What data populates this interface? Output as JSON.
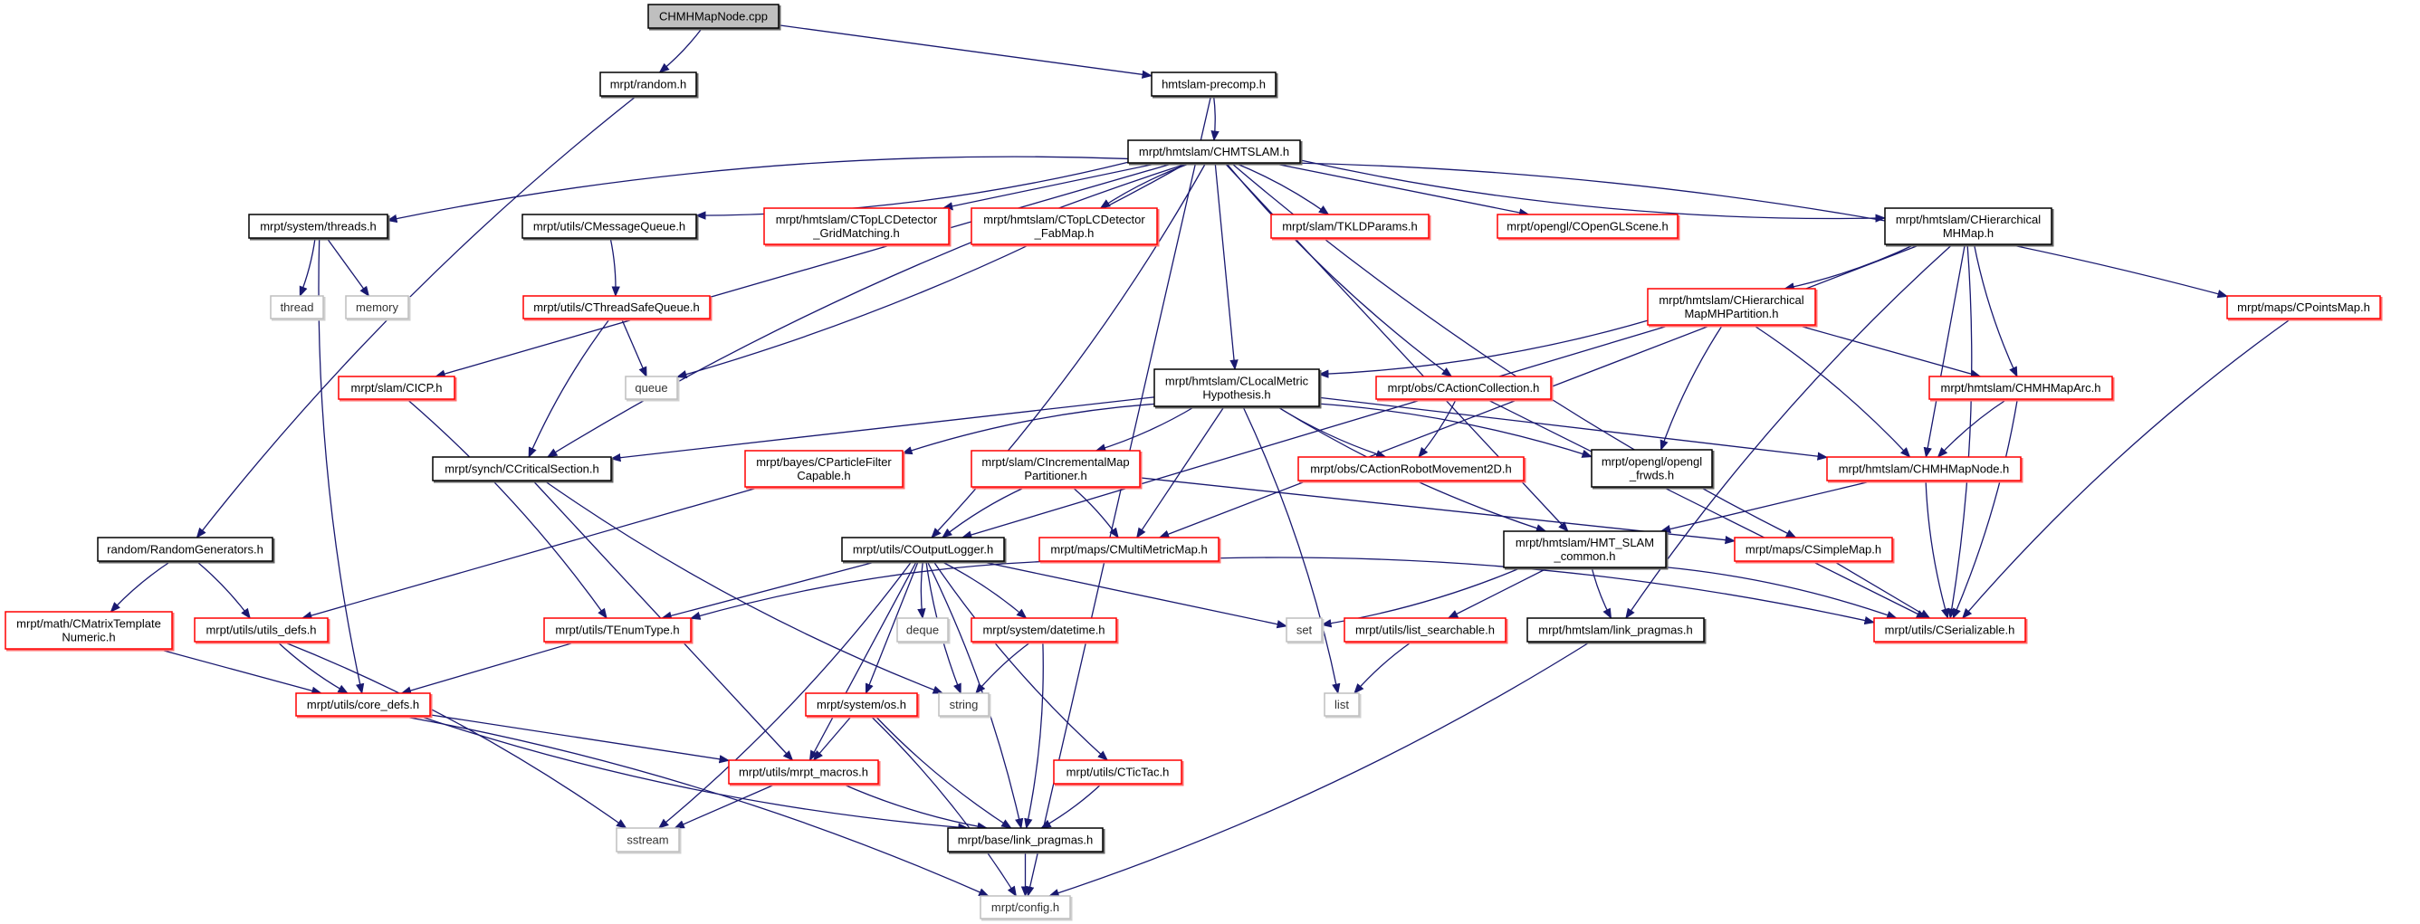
{
  "edge_color": "#191970",
  "nodes": [
    {
      "id": "root",
      "lines": [
        "CHMHMapNode.cpp"
      ],
      "kind": "root"
    },
    {
      "id": "random",
      "lines": [
        "mrpt/random.h"
      ],
      "kind": "black"
    },
    {
      "id": "precomp",
      "lines": [
        "hmtslam-precomp.h"
      ],
      "kind": "black"
    },
    {
      "id": "chmtslam",
      "lines": [
        "mrpt/hmtslam/CHMTSLAM.h"
      ],
      "kind": "black"
    },
    {
      "id": "threads",
      "lines": [
        "mrpt/system/threads.h"
      ],
      "kind": "black"
    },
    {
      "id": "msgqueue",
      "lines": [
        "mrpt/utils/CMessageQueue.h"
      ],
      "kind": "black"
    },
    {
      "id": "gridmatch",
      "lines": [
        "mrpt/hmtslam/CTopLCDetector",
        "_GridMatching.h"
      ],
      "kind": "red"
    },
    {
      "id": "fabmap",
      "lines": [
        "mrpt/hmtslam/CTopLCDetector",
        "_FabMap.h"
      ],
      "kind": "red"
    },
    {
      "id": "tkld",
      "lines": [
        "mrpt/slam/TKLDParams.h"
      ],
      "kind": "red"
    },
    {
      "id": "openglscene",
      "lines": [
        "mrpt/opengl/COpenGLScene.h"
      ],
      "kind": "red"
    },
    {
      "id": "hmhmap",
      "lines": [
        "mrpt/hmtslam/CHierarchical",
        "MHMap.h"
      ],
      "kind": "black"
    },
    {
      "id": "pointsmap",
      "lines": [
        "mrpt/maps/CPointsMap.h"
      ],
      "kind": "red"
    },
    {
      "id": "thread",
      "lines": [
        "thread"
      ],
      "kind": "gray"
    },
    {
      "id": "memory",
      "lines": [
        "memory"
      ],
      "kind": "gray"
    },
    {
      "id": "tsqueue",
      "lines": [
        "mrpt/utils/CThreadSafeQueue.h"
      ],
      "kind": "red"
    },
    {
      "id": "partition",
      "lines": [
        "mrpt/hmtslam/CHierarchical",
        "MapMHPartition.h"
      ],
      "kind": "red"
    },
    {
      "id": "icp",
      "lines": [
        "mrpt/slam/CICP.h"
      ],
      "kind": "red"
    },
    {
      "id": "queue",
      "lines": [
        "queue"
      ],
      "kind": "gray"
    },
    {
      "id": "lmh",
      "lines": [
        "mrpt/hmtslam/CLocalMetric",
        "Hypothesis.h"
      ],
      "kind": "black"
    },
    {
      "id": "actioncoll",
      "lines": [
        "mrpt/obs/CActionCollection.h"
      ],
      "kind": "red"
    },
    {
      "id": "maparc",
      "lines": [
        "mrpt/hmtslam/CHMHMapArc.h"
      ],
      "kind": "red"
    },
    {
      "id": "critsec",
      "lines": [
        "mrpt/synch/CCriticalSection.h"
      ],
      "kind": "black"
    },
    {
      "id": "pfcapable",
      "lines": [
        "mrpt/bayes/CParticleFilter",
        "Capable.h"
      ],
      "kind": "red"
    },
    {
      "id": "incmap",
      "lines": [
        "mrpt/slam/CIncrementalMap",
        "Partitioner.h"
      ],
      "kind": "red"
    },
    {
      "id": "robotmov",
      "lines": [
        "mrpt/obs/CActionRobotMovement2D.h"
      ],
      "kind": "red"
    },
    {
      "id": "frwds",
      "lines": [
        "mrpt/opengl/opengl",
        "_frwds.h"
      ],
      "kind": "black"
    },
    {
      "id": "mapnode",
      "lines": [
        "mrpt/hmtslam/CHMHMapNode.h"
      ],
      "kind": "red"
    },
    {
      "id": "randgen",
      "lines": [
        "random/RandomGenerators.h"
      ],
      "kind": "black"
    },
    {
      "id": "logger",
      "lines": [
        "mrpt/utils/COutputLogger.h"
      ],
      "kind": "black"
    },
    {
      "id": "multimetric",
      "lines": [
        "mrpt/maps/CMultiMetricMap.h"
      ],
      "kind": "red"
    },
    {
      "id": "hmtcommon",
      "lines": [
        "mrpt/hmtslam/HMT_SLAM",
        "_common.h"
      ],
      "kind": "black"
    },
    {
      "id": "simplemap",
      "lines": [
        "mrpt/maps/CSimpleMap.h"
      ],
      "kind": "red"
    },
    {
      "id": "matrix",
      "lines": [
        "mrpt/math/CMatrixTemplate",
        "Numeric.h"
      ],
      "kind": "red"
    },
    {
      "id": "utilsdefs",
      "lines": [
        "mrpt/utils/utils_defs.h"
      ],
      "kind": "red"
    },
    {
      "id": "tenum",
      "lines": [
        "mrpt/utils/TEnumType.h"
      ],
      "kind": "red"
    },
    {
      "id": "deque",
      "lines": [
        "deque"
      ],
      "kind": "gray"
    },
    {
      "id": "datetime",
      "lines": [
        "mrpt/system/datetime.h"
      ],
      "kind": "red"
    },
    {
      "id": "set",
      "lines": [
        "set"
      ],
      "kind": "gray"
    },
    {
      "id": "listsearch",
      "lines": [
        "mrpt/utils/list_searchable.h"
      ],
      "kind": "red"
    },
    {
      "id": "hmtpragmas",
      "lines": [
        "mrpt/hmtslam/link_pragmas.h"
      ],
      "kind": "black"
    },
    {
      "id": "serializable",
      "lines": [
        "mrpt/utils/CSerializable.h"
      ],
      "kind": "red"
    },
    {
      "id": "coredefs",
      "lines": [
        "mrpt/utils/core_defs.h"
      ],
      "kind": "red"
    },
    {
      "id": "os",
      "lines": [
        "mrpt/system/os.h"
      ],
      "kind": "red"
    },
    {
      "id": "string",
      "lines": [
        "string"
      ],
      "kind": "gray"
    },
    {
      "id": "list",
      "lines": [
        "list"
      ],
      "kind": "gray"
    },
    {
      "id": "macros",
      "lines": [
        "mrpt/utils/mrpt_macros.h"
      ],
      "kind": "red"
    },
    {
      "id": "tictac",
      "lines": [
        "mrpt/utils/CTicTac.h"
      ],
      "kind": "red"
    },
    {
      "id": "sstream",
      "lines": [
        "sstream"
      ],
      "kind": "gray"
    },
    {
      "id": "basepragmas",
      "lines": [
        "mrpt/base/link_pragmas.h"
      ],
      "kind": "black"
    },
    {
      "id": "config",
      "lines": [
        "mrpt/config.h"
      ],
      "kind": "gray"
    }
  ],
  "edges": [
    [
      "root",
      "random"
    ],
    [
      "root",
      "precomp"
    ],
    [
      "random",
      "randgen"
    ],
    [
      "precomp",
      "chmtslam"
    ],
    [
      "precomp",
      "config"
    ],
    [
      "chmtslam",
      "threads"
    ],
    [
      "chmtslam",
      "msgqueue"
    ],
    [
      "chmtslam",
      "gridmatch"
    ],
    [
      "chmtslam",
      "fabmap"
    ],
    [
      "chmtslam",
      "tkld"
    ],
    [
      "chmtslam",
      "openglscene"
    ],
    [
      "chmtslam",
      "hmhmap"
    ],
    [
      "chmtslam",
      "pointsmap"
    ],
    [
      "chmtslam",
      "icp"
    ],
    [
      "chmtslam",
      "critsec"
    ],
    [
      "chmtslam",
      "queue"
    ],
    [
      "chmtslam",
      "lmh"
    ],
    [
      "chmtslam",
      "actioncoll"
    ],
    [
      "chmtslam",
      "logger"
    ],
    [
      "chmtslam",
      "hmtcommon"
    ],
    [
      "chmtslam",
      "simplemap"
    ],
    [
      "threads",
      "thread"
    ],
    [
      "threads",
      "memory"
    ],
    [
      "threads",
      "coredefs"
    ],
    [
      "msgqueue",
      "tsqueue"
    ],
    [
      "tsqueue",
      "queue"
    ],
    [
      "tsqueue",
      "critsec"
    ],
    [
      "icp",
      "tenum"
    ],
    [
      "critsec",
      "macros"
    ],
    [
      "critsec",
      "string"
    ],
    [
      "hmhmap",
      "partition"
    ],
    [
      "hmhmap",
      "mapnode"
    ],
    [
      "hmhmap",
      "maparc"
    ],
    [
      "hmhmap",
      "serializable"
    ],
    [
      "hmhmap",
      "multimetric"
    ],
    [
      "hmhmap",
      "hmtpragmas"
    ],
    [
      "partition",
      "lmh"
    ],
    [
      "partition",
      "logger"
    ],
    [
      "partition",
      "frwds"
    ],
    [
      "partition",
      "mapnode"
    ],
    [
      "partition",
      "maparc"
    ],
    [
      "pointsmap",
      "serializable"
    ],
    [
      "actioncoll",
      "robotmov"
    ],
    [
      "actioncoll",
      "serializable"
    ],
    [
      "maparc",
      "mapnode"
    ],
    [
      "maparc",
      "serializable"
    ],
    [
      "lmh",
      "critsec"
    ],
    [
      "lmh",
      "pfcapable"
    ],
    [
      "lmh",
      "incmap"
    ],
    [
      "lmh",
      "multimetric"
    ],
    [
      "lmh",
      "robotmov"
    ],
    [
      "lmh",
      "frwds"
    ],
    [
      "lmh",
      "mapnode"
    ],
    [
      "lmh",
      "hmtcommon"
    ],
    [
      "lmh",
      "list"
    ],
    [
      "mapnode",
      "hmtcommon"
    ],
    [
      "mapnode",
      "serializable"
    ],
    [
      "hmtcommon",
      "set"
    ],
    [
      "hmtcommon",
      "listsearch"
    ],
    [
      "hmtcommon",
      "hmtpragmas"
    ],
    [
      "hmtcommon",
      "serializable"
    ],
    [
      "simplemap",
      "serializable"
    ],
    [
      "listsearch",
      "list"
    ],
    [
      "hmtpragmas",
      "config"
    ],
    [
      "pfcapable",
      "utilsdefs"
    ],
    [
      "incmap",
      "logger"
    ],
    [
      "incmap",
      "multimetric"
    ],
    [
      "incmap",
      "simplemap"
    ],
    [
      "multimetric",
      "tenum"
    ],
    [
      "multimetric",
      "serializable"
    ],
    [
      "logger",
      "tenum"
    ],
    [
      "logger",
      "deque"
    ],
    [
      "logger",
      "datetime"
    ],
    [
      "logger",
      "os"
    ],
    [
      "logger",
      "string"
    ],
    [
      "logger",
      "sstream"
    ],
    [
      "logger",
      "macros"
    ],
    [
      "logger",
      "tictac"
    ],
    [
      "logger",
      "basepragmas"
    ],
    [
      "logger",
      "set"
    ],
    [
      "randgen",
      "matrix"
    ],
    [
      "randgen",
      "utilsdefs"
    ],
    [
      "matrix",
      "coredefs"
    ],
    [
      "utilsdefs",
      "coredefs"
    ],
    [
      "utilsdefs",
      "sstream"
    ],
    [
      "tenum",
      "coredefs"
    ],
    [
      "datetime",
      "string"
    ],
    [
      "datetime",
      "basepragmas"
    ],
    [
      "coredefs",
      "macros"
    ],
    [
      "coredefs",
      "basepragmas"
    ],
    [
      "coredefs",
      "config"
    ],
    [
      "os",
      "macros"
    ],
    [
      "os",
      "basepragmas"
    ],
    [
      "os",
      "config"
    ],
    [
      "macros",
      "sstream"
    ],
    [
      "macros",
      "basepragmas"
    ],
    [
      "tictac",
      "basepragmas"
    ],
    [
      "basepragmas",
      "config"
    ]
  ]
}
